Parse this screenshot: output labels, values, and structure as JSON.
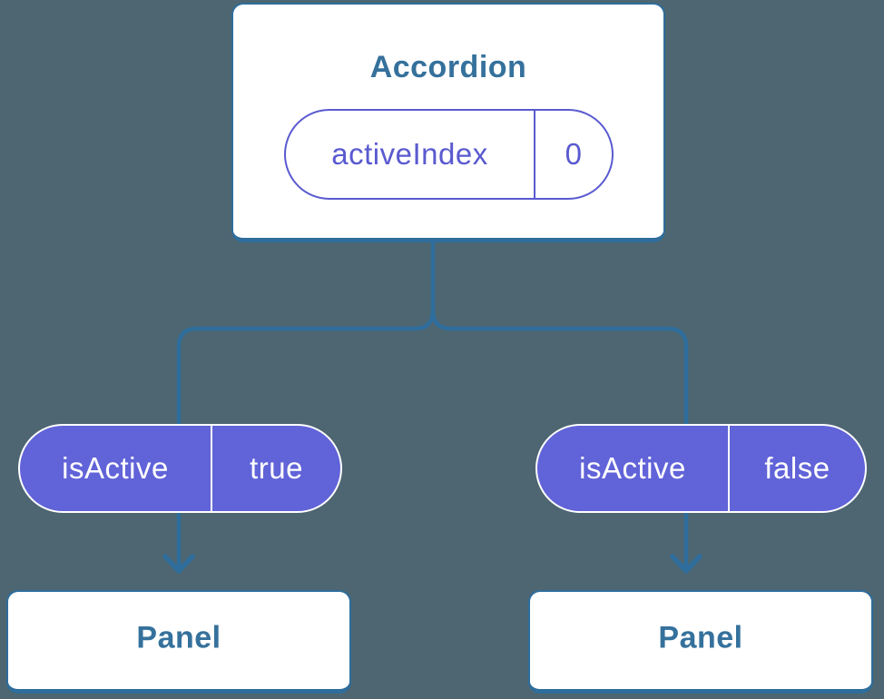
{
  "colors": {
    "background": "#4d6671",
    "line_blue": "#2e6d9c",
    "text_blue": "#35719c",
    "pill_purple": "#6163d8",
    "pill_purple_stroke": "#5a5ad0",
    "card_white": "#ffffff"
  },
  "tree": {
    "root": {
      "title": "Accordion",
      "prop": {
        "name": "activeIndex",
        "value": "0"
      }
    },
    "left": {
      "prop": {
        "name": "isActive",
        "value": "true"
      },
      "panel_title": "Panel"
    },
    "right": {
      "prop": {
        "name": "isActive",
        "value": "false"
      },
      "panel_title": "Panel"
    }
  }
}
